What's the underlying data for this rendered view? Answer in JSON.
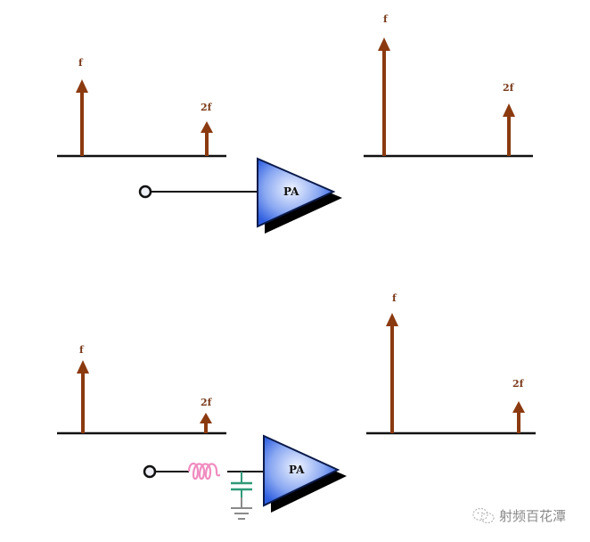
{
  "diagram": {
    "colors": {
      "arrow": "#8b3a10",
      "baseline": "#111111",
      "amp_fill_light": "#d6e2ff",
      "amp_fill_dark": "#2f5fe0",
      "amp_shadow": "#000000",
      "inductor": "#f08cc0",
      "capacitor": "#2f9a78",
      "ground": "#8a8a8a"
    },
    "top": {
      "input_spectrum": {
        "fundamental_label": "f",
        "harmonic_label": "2f"
      },
      "amplifier_label": "PA",
      "output_spectrum": {
        "fundamental_label": "f",
        "harmonic_label": "2f"
      }
    },
    "bottom": {
      "input_spectrum": {
        "fundamental_label": "f",
        "harmonic_label": "2f"
      },
      "amplifier_label": "PA",
      "matching_network": {
        "inductor": "series-inductor",
        "capacitor": "shunt-capacitor",
        "ground": "ground"
      },
      "output_spectrum": {
        "fundamental_label": "f",
        "harmonic_label": "2f"
      }
    }
  },
  "watermark": {
    "icon": "wechat-icon",
    "text": "射频百花潭"
  }
}
